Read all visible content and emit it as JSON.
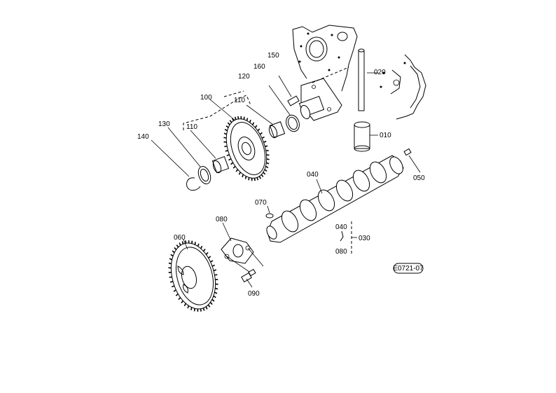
{
  "labels": {
    "p010": "010",
    "p020": "020",
    "p030": "030",
    "p040": "040",
    "p040b": "040",
    "p050": "050",
    "p060": "060",
    "p070": "070",
    "p080": "080",
    "p080b": "080",
    "p090": "090",
    "p100": "100",
    "p110a": "110",
    "p110b": "110",
    "p120": "120",
    "p130": "130",
    "p140": "140",
    "p150": "150",
    "p160": "160"
  },
  "drawing_code": "E0721-07"
}
